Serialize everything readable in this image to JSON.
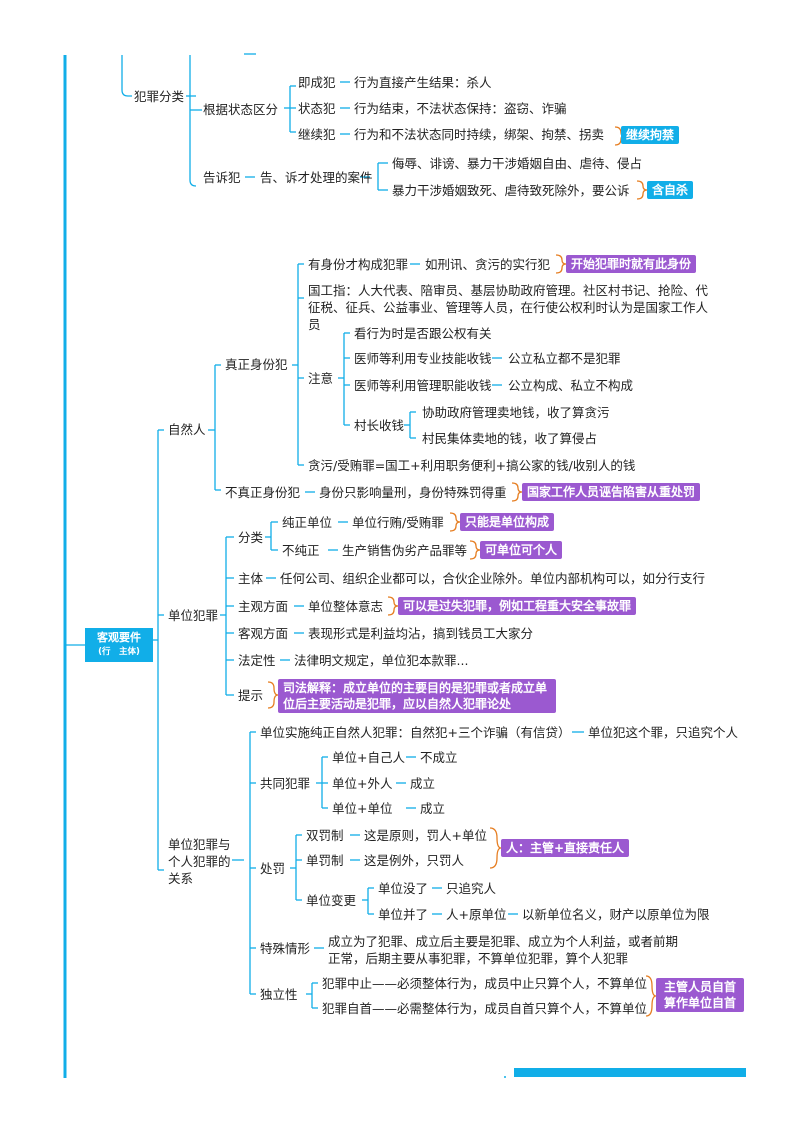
{
  "root": {
    "title": "客观要件",
    "subtitle": "(行　主体)"
  },
  "top": {
    "crime_class": "犯罪分类",
    "by_state": "根据状态区分",
    "immediate": "即成犯",
    "immediate_desc": "行为直接产生结果：杀人",
    "state": "状态犯",
    "state_desc": "行为结束，不法状态保持：盗窃、诈骗",
    "continuing": "继续犯",
    "continuing_desc": "行为和不法状态同时持续，绑架、拘禁、拐卖",
    "continuing_tag": "继续拘禁",
    "complaint": "告诉犯",
    "complaint_desc": "告、诉才处理的案件",
    "complaint_item1": "侮辱、诽谤、暴力干涉婚姻自由、虐待、侵占",
    "complaint_item2": "暴力干涉婚姻致死、虐待致死除外，要公诉",
    "complaint_tag": "含自杀"
  },
  "natural": {
    "title": "自然人",
    "true_status": "真正身份犯",
    "has_status": "有身份才构成犯罪",
    "has_status_desc": "如刑讯、贪污的实行犯",
    "has_status_tag": "开始犯罪时就有此身份",
    "state_worker": "国工指：人大代表、陪审员、基层协助政府管理。社区村书记、抢险、代征税、征兵、公益事业、管理等人员，在行使公权利时认为是国家工作人员",
    "note": "注意",
    "note1": "看行为时是否跟公权有关",
    "note2": "医师等利用专业技能收钱",
    "note2_desc": "公立私立都不是犯罪",
    "note3": "医师等利用管理职能收钱",
    "note3_desc": "公立构成、私立不构成",
    "village": "村长收钱",
    "village1": "协助政府管理卖地钱，收了算贪污",
    "village2": "村民集体卖地的钱，收了算侵占",
    "formula": "贪污/受贿罪=国工+利用职务便利+搞公家的钱/收别人的钱",
    "untrue_status": "不真正身份犯",
    "untrue_desc": "身份只影响量刑，身份特殊罚得重",
    "untrue_tag": "国家工作人员诬告陷害从重处罚"
  },
  "unit": {
    "title": "单位犯罪",
    "classify": "分类",
    "pure": "纯正单位",
    "pure_desc": "单位行贿/受贿罪",
    "pure_tag": "只能是单位构成",
    "impure": "不纯正",
    "impure_desc": "生产销售伪劣产品罪等",
    "impure_tag": "可单位可个人",
    "subject": "主体",
    "subject_desc": "任何公司、组织企业都可以，合伙企业除外。单位内部机构可以，如分行支行",
    "subjective": "主观方面",
    "subjective_desc": "单位整体意志",
    "subjective_tag": "可以是过失犯罪，例如工程重大安全事故罪",
    "objective": "客观方面",
    "objective_desc": "表现形式是利益均沾，搞到钱员工大家分",
    "legality": "法定性",
    "legality_desc": "法律明文规定，单位犯本款罪...",
    "hint": "提示",
    "hint_tag": "司法解释：成立单位的主要目的是犯罪或者成立单位后主要活动是犯罪，应以自然人犯罪论处"
  },
  "relation": {
    "title": "单位犯罪与个人犯罪的关系",
    "pure_impl": "单位实施纯正自然人犯罪：自然犯+三个诈骗（有信贷）",
    "pure_impl_desc": "单位犯这个罪，只追究个人",
    "joint": "共同犯罪",
    "joint1": "单位+自己人",
    "joint1_desc": "不成立",
    "joint2": "单位+外人",
    "joint2_desc": "成立",
    "joint3": "单位+单位",
    "joint3_desc": "成立",
    "punish": "处罚",
    "dual": "双罚制",
    "dual_desc": "这是原则，罚人+单位",
    "single": "单罚制",
    "single_desc": "这是例外，只罚人",
    "punish_tag": "人：主管+直接责任人",
    "change": "单位变更",
    "gone": "单位没了",
    "gone_desc": "只追究人",
    "merged": "单位并了",
    "merged_mid": "人+原单位",
    "merged_desc": "以新单位名义，财产以原单位为限",
    "special": "特殊情形",
    "special_desc": "成立为了犯罪、成立后主要是犯罪、成立为个人利益，或者前期正常，后期主要从事犯罪，不算单位犯罪，算个人犯罪",
    "independence": "独立性",
    "ind1": "犯罪中止——必须整体行为，成员中止只算个人，不算单位",
    "ind2": "犯罪自首——必需整体行为，成员自首只算个人，不算单位",
    "ind_tag": "主管人员自首算作单位自首"
  },
  "colors": {
    "line": "#11aee8",
    "brace": "#e67e22",
    "tag": "#9b59d0"
  }
}
